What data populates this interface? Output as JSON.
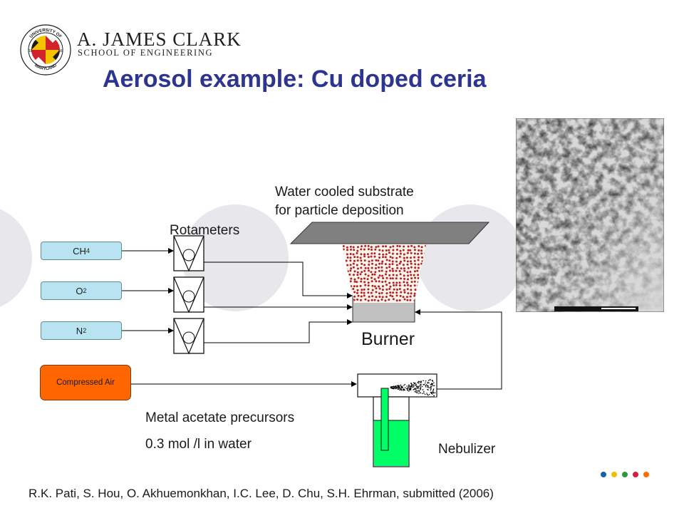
{
  "logo": {
    "name_line1": "A. JAMES CLARK",
    "name_line2": "SCHOOL OF ENGINEERING",
    "seal_text": "UNIVERSITY OF MARYLAND",
    "seal_years": [
      "18",
      "56"
    ]
  },
  "title": "Aerosol example: Cu doped ceria",
  "labels": {
    "substrate_line1": "Water cooled substrate",
    "substrate_line2": "for particle deposition",
    "rotameters": "Rotameters",
    "burner": "Burner",
    "precursors_line1": "Metal acetate precursors",
    "precursors_line2": "0.3 mol /l  in water",
    "nebulizer": "Nebulizer"
  },
  "gases": [
    {
      "base": "CH",
      "sub": "4"
    },
    {
      "base": "O",
      "sub": "2"
    },
    {
      "base": "N",
      "sub": "2"
    }
  ],
  "compressed_air": "Compressed Air",
  "citation": "R.K. Pati, S. Hou, O. Akhuemonkhan, I.C. Lee, D. Chu, S.H. Ehrman, submitted (2006)",
  "colors": {
    "title": "#2e3590",
    "gas_box": "#b8e4f2",
    "compressed_air": "#ff6600",
    "liquid": "#00ff66",
    "substrate": "#808080",
    "flame_dots": "#b22222",
    "burner": "#c0c0c0",
    "bg_circle": "#e8e8ec"
  },
  "footer_dots": [
    "#1b5fa8",
    "#f0c000",
    "#2a9a3c",
    "#d21f3c",
    "#ff6a00"
  ]
}
